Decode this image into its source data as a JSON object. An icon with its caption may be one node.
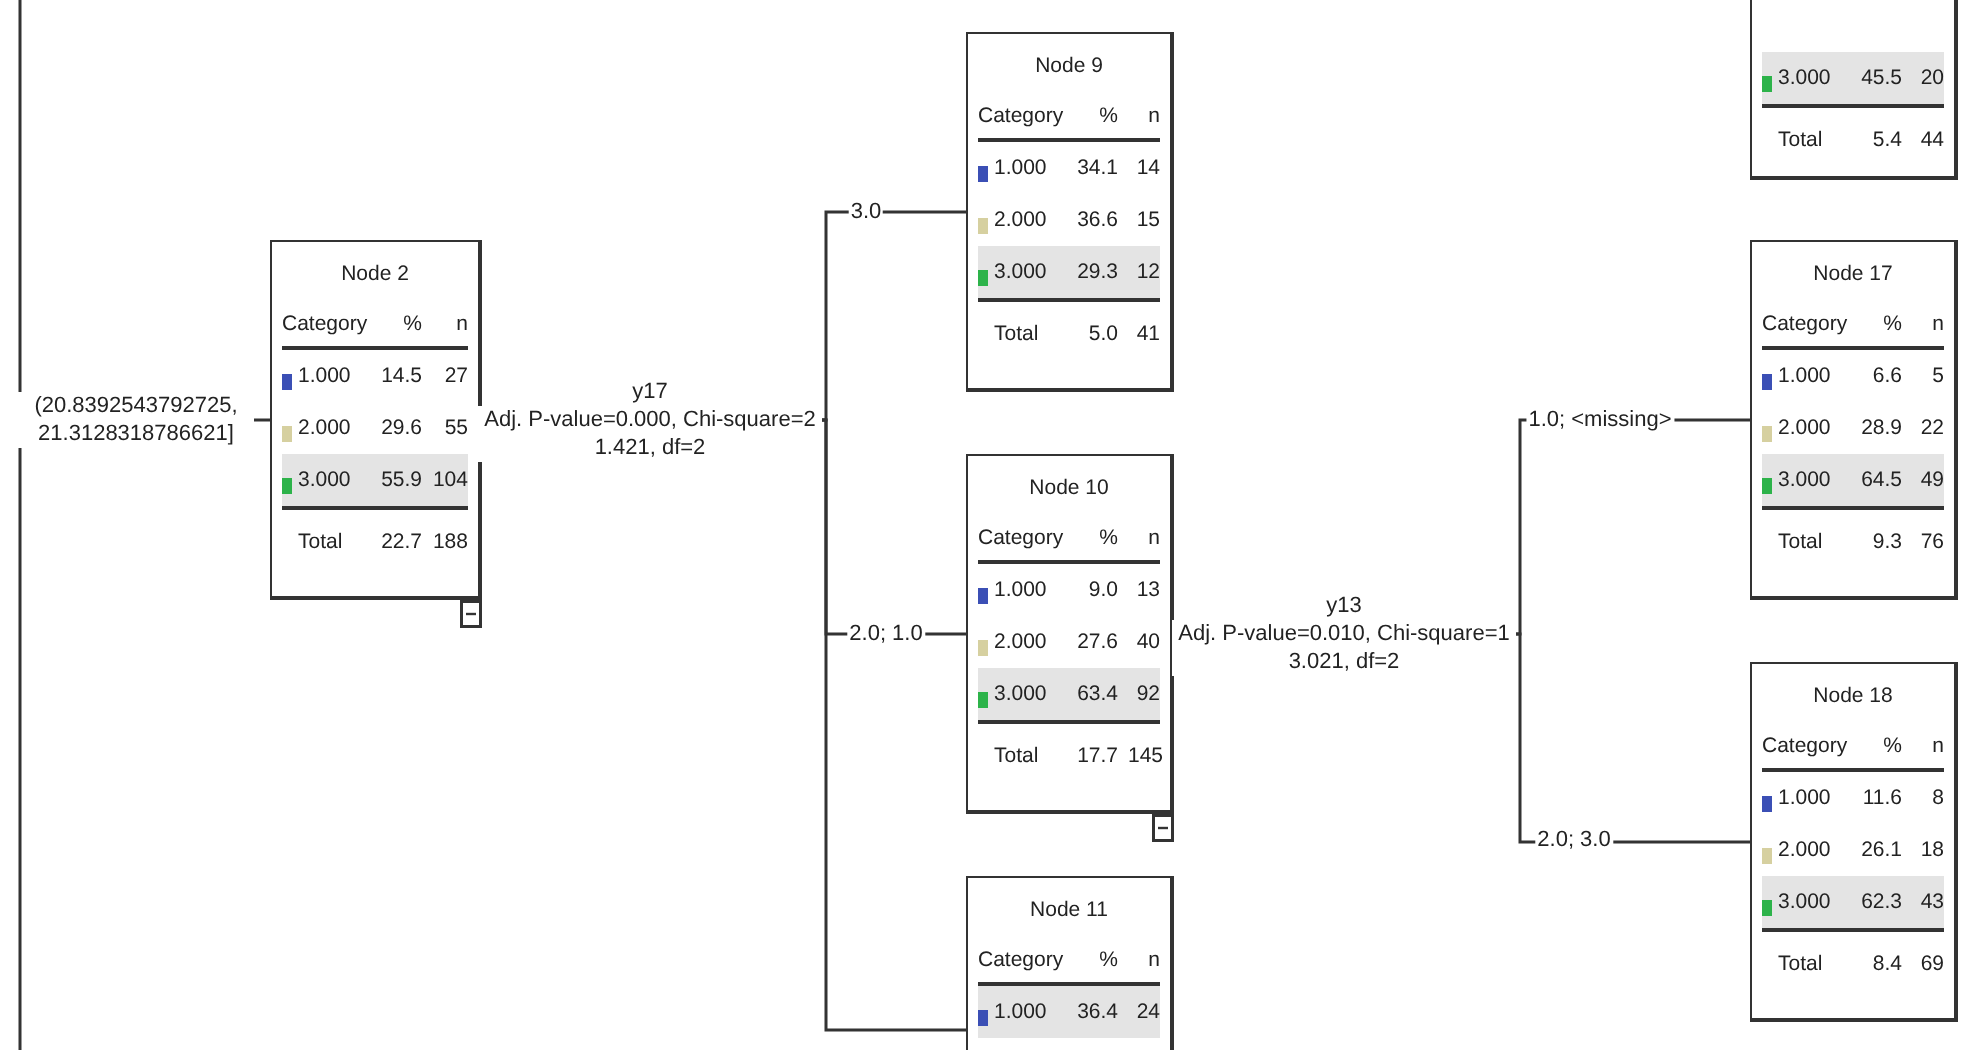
{
  "diagram": {
    "nodes": [
      {
        "text": [
          "Node 2",
          "Category",
          "%",
          "n",
          "1.000",
          "14.5",
          "27",
          "2.000",
          "29.6",
          "55",
          "3.000",
          "55.9",
          "104",
          "Total",
          "22.7",
          "188"
        ]
      },
      {
        "text": [
          "Node 9",
          "Category",
          "%",
          "n",
          "1.000",
          "34.1",
          "14",
          "2.000",
          "36.6",
          "15",
          "3.000",
          "29.3",
          "12",
          "Total",
          "5.0",
          "41"
        ]
      },
      {
        "text": [
          "Node 10",
          "Category",
          "%",
          "n",
          "1.000",
          "9.0",
          "13",
          "2.000",
          "27.6",
          "40",
          "3.000",
          "63.4",
          "92",
          "Total",
          "17.7",
          "145"
        ]
      },
      {
        "text": [
          "Node 11",
          "Category",
          "%",
          "n",
          "1.000",
          "36.4",
          "24"
        ]
      },
      {
        "text": [
          "3.000",
          "45.5",
          "20",
          "Total",
          "5.4",
          "44"
        ]
      },
      {
        "text": [
          "Node 17",
          "Category",
          "%",
          "n",
          "1.000",
          "6.6",
          "5",
          "2.000",
          "28.9",
          "22",
          "3.000",
          "64.5",
          "49",
          "Total",
          "9.3",
          "76"
        ]
      },
      {
        "text": [
          "Node 18",
          "Category",
          "%",
          "n",
          "1.000",
          "11.6",
          "8",
          "2.000",
          "26.1",
          "18",
          "3.000",
          "62.3",
          "43",
          "Total",
          "8.4",
          "69"
        ]
      }
    ],
    "edges": [
      {
        "from": null,
        "to": 0,
        "arrow": "none",
        "label": "(20.8392543792725, 21.3128318786621]"
      },
      {
        "from": 0,
        "to": 1,
        "arrow": "none",
        "label": "3.0"
      },
      {
        "from": 0,
        "to": 2,
        "arrow": "none",
        "label": "2.0; 1.0"
      },
      {
        "from": 0,
        "to": 3,
        "arrow": "none"
      },
      {
        "from": 2,
        "to": 5,
        "arrow": "none",
        "label": "1.0; <missing>"
      },
      {
        "from": 2,
        "to": 6,
        "arrow": "none",
        "label": "2.0; 3.0"
      }
    ],
    "labels": [
      "y17",
      "Adj. P-value=0.000, Chi-square=21.421, df=2",
      "y13",
      "Adj. P-value=0.010, Chi-square=13.021, df=2"
    ]
  }
}
